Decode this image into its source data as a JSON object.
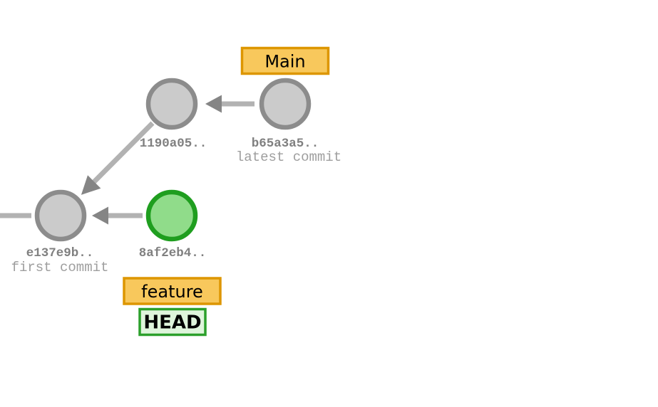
{
  "graph": {
    "branches": {
      "main_label": "Main",
      "feature_label": "feature",
      "head_label": "HEAD"
    },
    "commits": [
      {
        "id": "1190a05.."
      },
      {
        "id": "b65a3a5..",
        "note": "latest commit"
      },
      {
        "id": "e137e9b..",
        "note": "first commit"
      },
      {
        "id": "8af2eb4.."
      }
    ],
    "colors": {
      "commit_fill": "#cbcbcb",
      "commit_border": "#8c8c8c",
      "head_commit_fill": "#90dc8a",
      "head_commit_border": "#1f9e1f",
      "branch_box_fill": "#f8c85c",
      "branch_box_border": "#dd9600",
      "head_box_fill": "#dff5dc",
      "head_box_border": "#2ca02c",
      "edge": "#b2b2b2",
      "arrowhead": "#858585",
      "hash_text": "#808080",
      "note_text": "#9e9e9e",
      "label_text": "#000000"
    }
  }
}
